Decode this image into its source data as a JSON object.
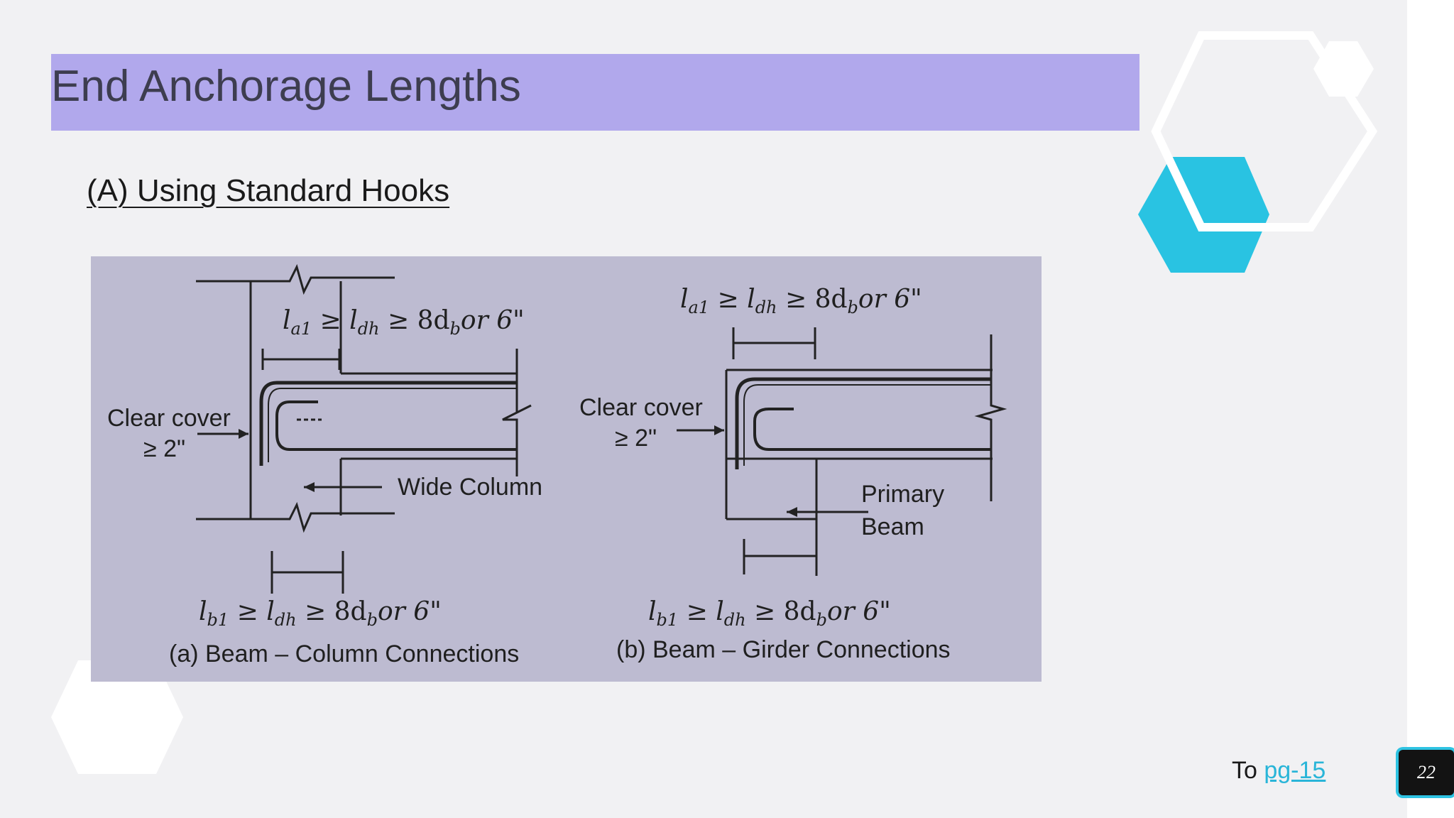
{
  "slide": {
    "title": "End Anchorage Lengths",
    "subtitle": "(A) Using Standard Hooks",
    "footer": {
      "prefix": "To ",
      "link_text": "pg-15"
    },
    "page_number": "22",
    "colors": {
      "title_bar": "#b1a8ec",
      "accent": "#29c3e2",
      "figure_bg": "#bdbbd1",
      "link": "#29b5d8"
    }
  },
  "figure": {
    "left": {
      "top_formula": {
        "l": "l",
        "sub1": "a1",
        "sub_dh": "dh",
        "rest": "≥ 8d",
        "sub_b": "b",
        "tail": "or 6\""
      },
      "bottom_formula": {
        "l": "l",
        "sub1": "b1",
        "sub_dh": "dh",
        "rest": "≥ 8d",
        "sub_b": "b",
        "tail": "or 6\""
      },
      "clear_cover_line1": "Clear cover",
      "clear_cover_line2": "≥ 2\"",
      "column_label": "Wide Column",
      "caption": "(a) Beam – Column Connections"
    },
    "right": {
      "top_formula": {
        "l": "l",
        "sub1": "a1",
        "sub_dh": "dh",
        "rest": "≥ 8d",
        "sub_b": "b",
        "tail": "or 6\""
      },
      "bottom_formula": {
        "l": "l",
        "sub1": "b1",
        "sub_dh": "dh",
        "rest": "≥ 8d",
        "sub_b": "b",
        "tail": "or 6\""
      },
      "clear_cover_line1": "Clear cover",
      "clear_cover_line2": "≥ 2\"",
      "beam_label_line1": "Primary",
      "beam_label_line2": "Beam",
      "caption": "(b) Beam – Girder Connections"
    }
  }
}
